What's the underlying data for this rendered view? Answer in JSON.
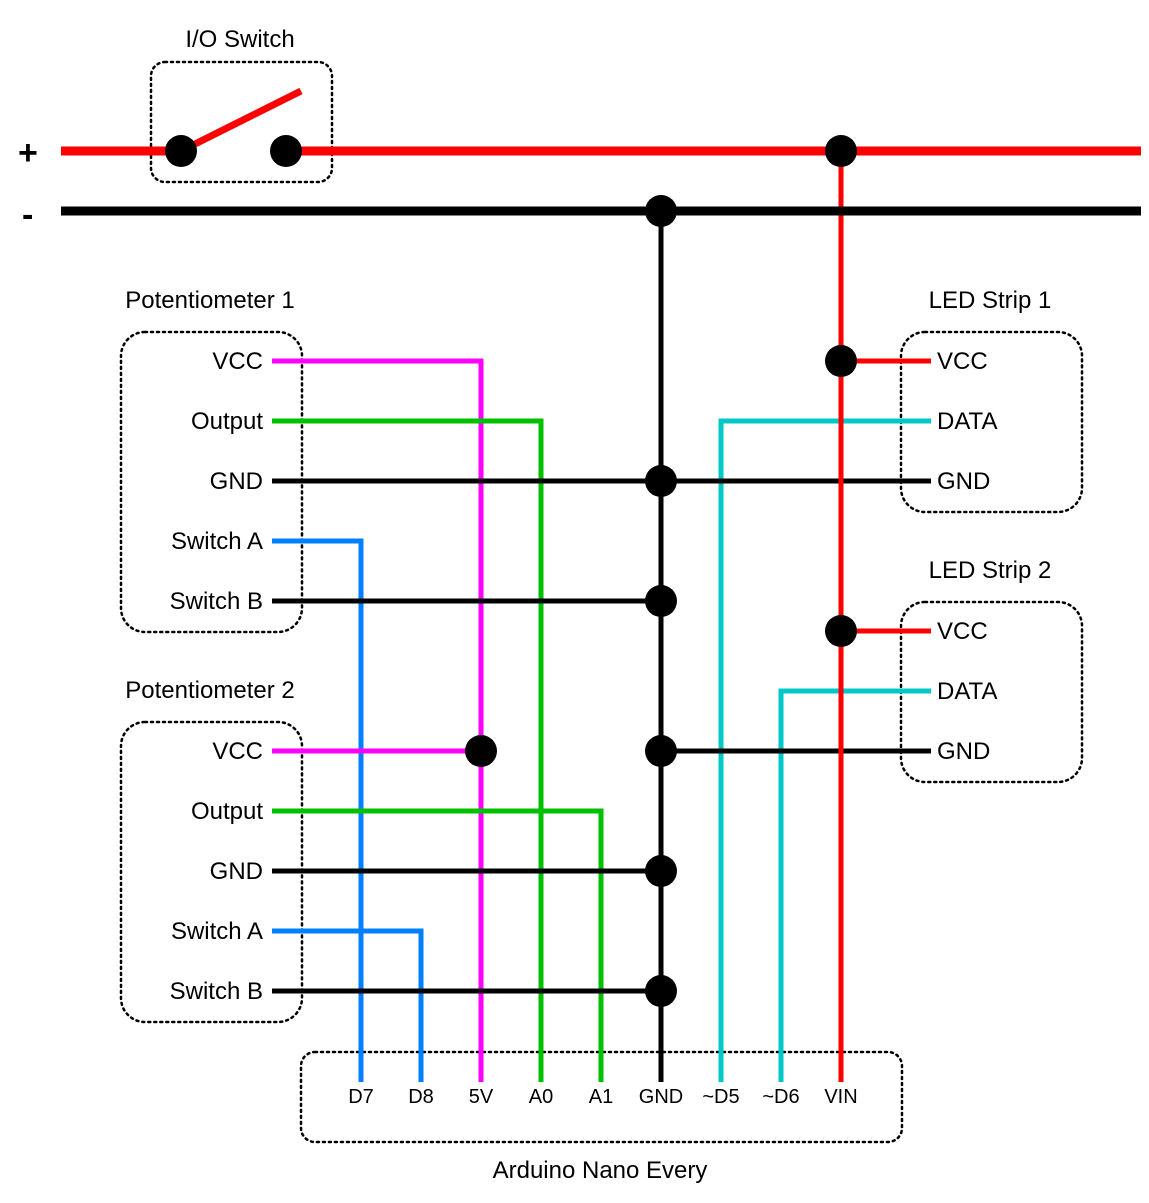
{
  "rails": {
    "plus_label": "+",
    "minus_label": "-"
  },
  "io_switch": {
    "title": "I/O Switch"
  },
  "potentiometer_1": {
    "title": "Potentiometer 1",
    "pins": [
      "VCC",
      "Output",
      "GND",
      "Switch A",
      "Switch B"
    ]
  },
  "potentiometer_2": {
    "title": "Potentiometer 2",
    "pins": [
      "VCC",
      "Output",
      "GND",
      "Switch A",
      "Switch B"
    ]
  },
  "led_strip_1": {
    "title": "LED Strip 1",
    "pins": [
      "VCC",
      "DATA",
      "GND"
    ]
  },
  "led_strip_2": {
    "title": "LED Strip 2",
    "pins": [
      "VCC",
      "DATA",
      "GND"
    ]
  },
  "arduino": {
    "title": "Arduino Nano Every",
    "pins": [
      "D7",
      "D8",
      "5V",
      "A0",
      "A1",
      "GND",
      "~D5",
      "~D6",
      "VIN"
    ]
  },
  "colors": {
    "positive": "#ff0000",
    "ground": "#000000",
    "vcc_5v": "#ff00ff",
    "analog": "#00c000",
    "switch": "#0080ff",
    "data": "#00c8c8"
  }
}
